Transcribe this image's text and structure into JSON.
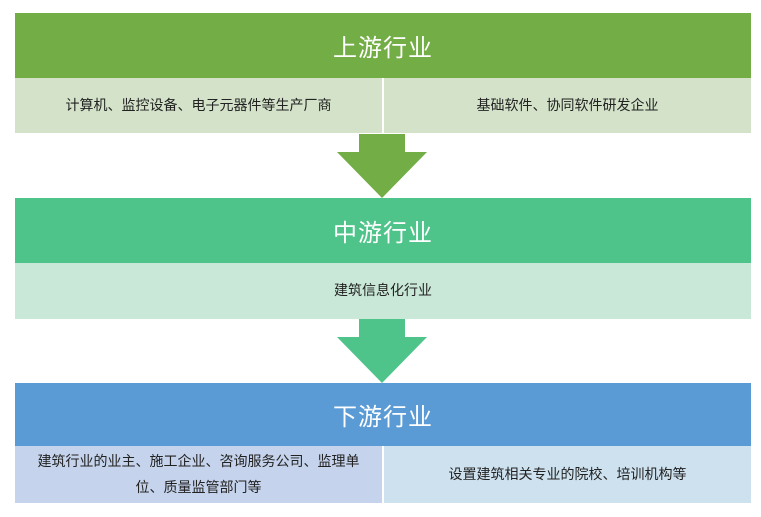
{
  "upstream": {
    "title": "上游行业",
    "items": [
      "计算机、监控设备、电子元器件等生产厂商",
      "基础软件、协同软件研发企业"
    ]
  },
  "midstream": {
    "title": "中游行业",
    "item": "建筑信息化行业"
  },
  "downstream": {
    "title": "下游行业",
    "items": [
      "建筑行业的业主、施工企业、咨询服务公司、监理单位、质量监管部门等",
      "设置建筑相关专业的院校、培训机构等"
    ]
  },
  "colors": {
    "upstream_header": "#73ad45",
    "upstream_cell": "#d3e2c9",
    "midstream_header": "#4ec48a",
    "midstream_cell": "#c9e8d8",
    "downstream_header": "#5b9bd5",
    "downstream_cell_left": "#c5d4ec",
    "downstream_cell_right": "#cde1ef"
  }
}
